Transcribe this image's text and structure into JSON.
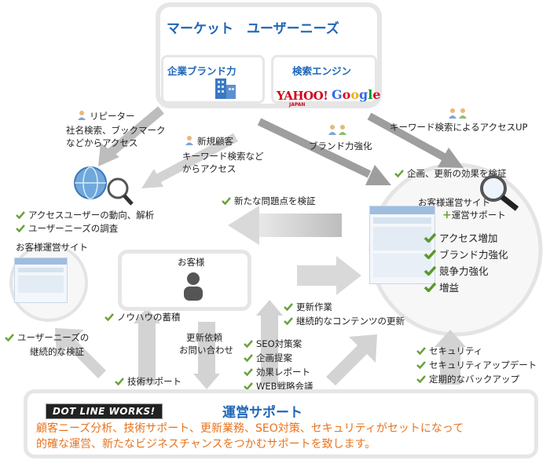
{
  "top": {
    "market_needs": "マーケット　ユーザーニーズ",
    "brand_power": "企業ブランド力",
    "search_engine": "検索エンジン",
    "yahoo": "YAHOO!",
    "yahoo_sub": "JAPAN",
    "google": "Google"
  },
  "labels": {
    "repeater": "リピーター",
    "repeater_desc_1": "社名検索、ブックマーク",
    "repeater_desc_2": "などからアクセス",
    "new_customer": "新規顧客",
    "new_desc_1": "キーワード検索など",
    "new_desc_2": "からアクセス",
    "brand_strengthen": "ブランド力強化",
    "keyword_access": "キーワード検索によるアクセスUP",
    "verify_effect": "企画、更新の効果を検証",
    "verify_issue": "新たな問題点を検証",
    "trend_analysis": "アクセスユーザーの動向、解析",
    "needs_survey": "ユーザーニーズの調査",
    "site_left": "お客様運営サイト",
    "site_right": "お客様運営サイト",
    "ops_support_plus": "運営サポート",
    "customer": "お客様",
    "know_how": "ノウハウの蓄積",
    "update_work": "更新作業",
    "continuous_update": "継続的なコンテンツの更新",
    "needs_verify_1": "ユーザーニーズの",
    "needs_verify_2": "継続的な検証",
    "update_request": "更新依頼",
    "inquiry": "お問い合わせ",
    "tech_support": "技術サポート",
    "security": "セキュリティ",
    "security_update": "セキュリティアップデート",
    "periodic_backup": "定期的なバックアップ"
  },
  "benefits": [
    "アクセス増加",
    "ブランド力強化",
    "競争力強化",
    "増益"
  ],
  "services": [
    "SEO対策案",
    "企画提案",
    "効果レポート",
    "WEB戦略会議"
  ],
  "bottom": {
    "logo": "DOT LINE WORKS!",
    "title": "運営サポート",
    "desc_1": "顧客ニーズ分析、技術サポート、更新業務、SEO対策、セキュリティがセットになって",
    "desc_2": "的確な運営、新たなビジネスチャンスをつかむサポートを致します。"
  },
  "colors": {
    "title_blue": "#1f66b8",
    "check_green": "#6aa33a",
    "orange": "#e8731c",
    "arrow_gray": "#d3d3d3"
  }
}
